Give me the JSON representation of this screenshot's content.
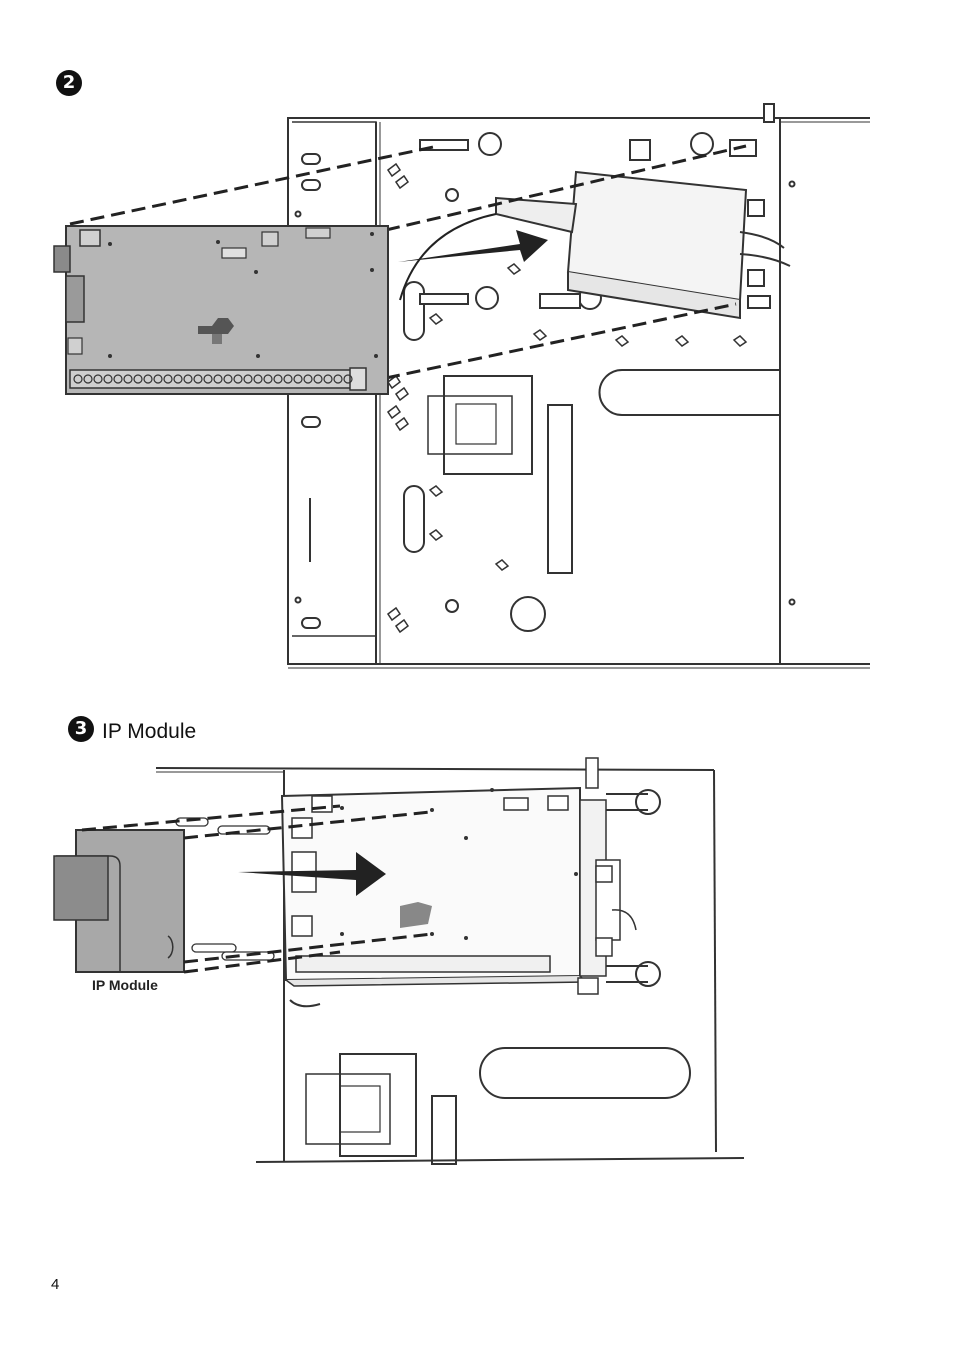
{
  "step2": {
    "number": "2",
    "title": ""
  },
  "step3": {
    "number": "3",
    "title": "IP Module"
  },
  "figure3": {
    "module_label": "IP Module"
  },
  "footer": {
    "page_number": "4"
  }
}
